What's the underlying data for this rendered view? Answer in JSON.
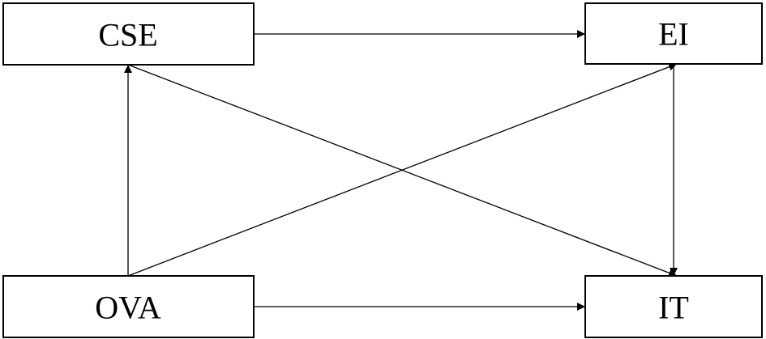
{
  "nodes": {
    "cse": {
      "label": "CSE"
    },
    "ei": {
      "label": "EI"
    },
    "ova": {
      "label": "OVA"
    },
    "it": {
      "label": "IT"
    }
  },
  "edges": [
    {
      "from": "cse",
      "to": "ei"
    },
    {
      "from": "ova",
      "to": "cse"
    },
    {
      "from": "ova",
      "to": "ei"
    },
    {
      "from": "cse",
      "to": "it"
    },
    {
      "from": "ei",
      "to": "it"
    },
    {
      "from": "ova",
      "to": "it"
    }
  ],
  "colors": {
    "stroke": "#000000",
    "background": "#ffffff"
  }
}
